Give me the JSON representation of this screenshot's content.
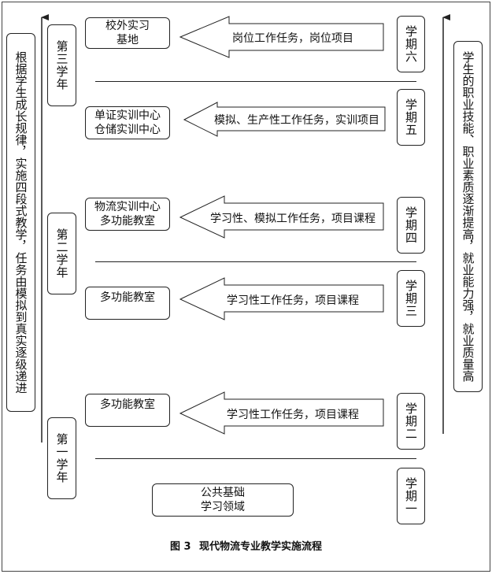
{
  "left_note": "根据学生成长规律，实施四段式教学，任务由模拟到真实逐级递进",
  "right_note": "学生的职业技能、职业素质逐渐提高，就业能力强，就业质量高",
  "years": [
    "第三学年",
    "第二学年",
    "第一学年"
  ],
  "semesters": [
    "学期六",
    "学期五",
    "学期四",
    "学期三",
    "学期二",
    "学期一"
  ],
  "rows": [
    {
      "venue": [
        "校外实习",
        "基地"
      ],
      "task": "岗位工作任务，岗位项目"
    },
    {
      "venue": [
        "单证实训中心",
        "仓储实训中心"
      ],
      "task": "模拟、生产性工作任务，实训项目"
    },
    {
      "venue": [
        "物流实训中心",
        "多功能教室"
      ],
      "task": "学习性、模拟工作任务，项目课程"
    },
    {
      "venue": [
        "多功能教室"
      ],
      "task": "学习性工作任务，项目课程"
    },
    {
      "venue": [
        "多功能教室"
      ],
      "task": "学习性工作任务，项目课程"
    }
  ],
  "base": [
    "公共基础",
    "学习领域"
  ],
  "caption": {
    "fig": "图 3",
    "title": "现代物流专业教学实施流程"
  }
}
